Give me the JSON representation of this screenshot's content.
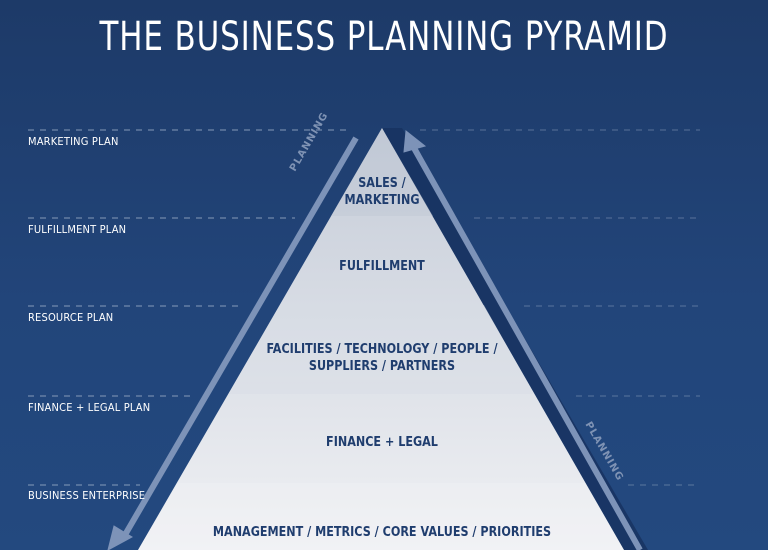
{
  "title": "THE BUSINESS PLANNING PYRAMID",
  "plans": [
    "MARKETING PLAN",
    "FULFILLMENT PLAN",
    "RESOURCE PLAN",
    "FINANCE + LEGAL PLAN",
    "BUSINESS ENTERPRISE"
  ],
  "tiers": [
    {
      "line1": "SALES /",
      "line2": "MARKETING"
    },
    {
      "line1": "FULFILLMENT",
      "line2": ""
    },
    {
      "line1": "FACILITIES /  TECHNOLOGY / PEOPLE /",
      "line2": "SUPPLIERS / PARTNERS"
    },
    {
      "line1": "FINANCE + LEGAL",
      "line2": ""
    },
    {
      "line1": "MANAGEMENT / METRICS / CORE VALUES / PRIORITIES",
      "line2": ""
    }
  ],
  "arrows": {
    "left_label": "PLANNING",
    "right_label": "PLANNING"
  },
  "colors": {
    "background_top": "#1d3a68",
    "background_bottom": "#23497f",
    "tier_text": "#1f3d6e",
    "arrow": "#7d93b8"
  }
}
